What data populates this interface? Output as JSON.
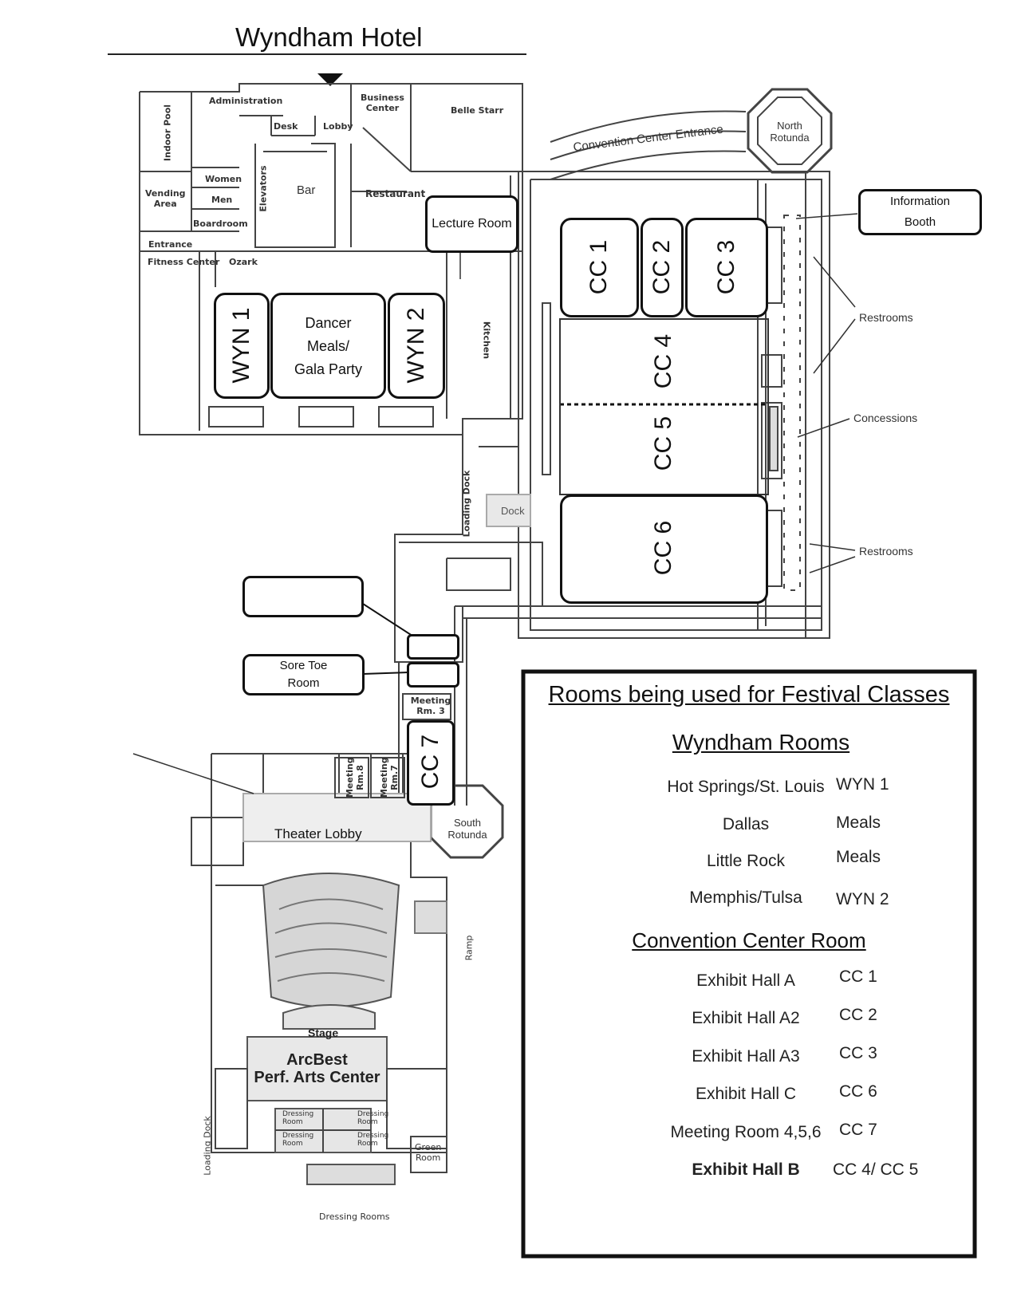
{
  "header": {
    "title": "Wyndham Hotel"
  },
  "wyndham_labels": {
    "administration": "Administration",
    "business_center": "Business\nCenter",
    "belle_starr": "Belle Starr",
    "desk": "Desk",
    "lobby": "Lobby",
    "indoor_pool": "Indoor Pool",
    "women": "Women",
    "men": "Men",
    "elevators": "Elevators",
    "bar": "Bar",
    "restaurant": "Restaurant",
    "vending_area": "Vending\nArea",
    "boardroom": "Boardroom",
    "entrance": "Entrance",
    "fitness_center": "Fitness Center",
    "ozark": "Ozark",
    "kitchen": "Kitchen"
  },
  "convention_labels": {
    "convention_center_entrance": "Convention Center Entrance",
    "north_rotunda": "North\nRotunda",
    "south_rotunda": "South\nRotunda",
    "loading_dock": "Loading Dock",
    "dock": "Dock",
    "meeting_rm3": "Meeting\nRm. 3",
    "meeting_rm8": "Meeting\nRm.8",
    "meeting_rm7": "Meeting\nRm.7",
    "theater_lobby": "Theater Lobby",
    "ramp": "Ramp",
    "stage": "Stage",
    "arcbest": "ArcBest\nPerf. Arts Center",
    "dressing_room": "Dressing\nRoom",
    "green_room": "Green\nRoom",
    "dressing_rooms": "Dressing Rooms",
    "loading_dock_2": "Loading Dock"
  },
  "rooms": {
    "wyn1": "WYN 1",
    "wyn2": "WYN 2",
    "dancer_meals": "Dancer\nMeals/\nGala Party",
    "lecture_room": "Lecture Room",
    "cc1": "CC 1",
    "cc2": "CC 2",
    "cc3": "CC 3",
    "cc4": "CC 4",
    "cc5": "CC 5",
    "cc6": "CC 6",
    "cc7": "CC 7"
  },
  "callouts": {
    "information_booth": "Information\nBooth",
    "restrooms_1": "Restrooms",
    "concessions": "Concessions",
    "restrooms_2": "Restrooms",
    "blank_box": "",
    "sore_toe_room": "Sore Toe\nRoom"
  },
  "legend": {
    "title": "Rooms being used for Festival Classes",
    "wyndham_heading": "Wyndham Rooms",
    "wyndham_rows": [
      {
        "name": "Hot Springs/St. Louis",
        "code": "WYN 1"
      },
      {
        "name": "Dallas",
        "code": "Meals"
      },
      {
        "name": "Little Rock",
        "code": "Meals"
      },
      {
        "name": "Memphis/Tulsa",
        "code": "WYN 2"
      }
    ],
    "convention_heading": "Convention Center Room",
    "convention_rows": [
      {
        "name": "Exhibit Hall A",
        "code": "CC 1"
      },
      {
        "name": "Exhibit Hall A2",
        "code": "CC 2"
      },
      {
        "name": "Exhibit Hall A3",
        "code": "CC 3"
      },
      {
        "name": "Exhibit Hall C",
        "code": "CC 6"
      },
      {
        "name": "Meeting Room 4,5,6",
        "code": "CC 7"
      },
      {
        "name": "Exhibit Hall B",
        "code": "CC 4/ CC 5"
      }
    ]
  }
}
